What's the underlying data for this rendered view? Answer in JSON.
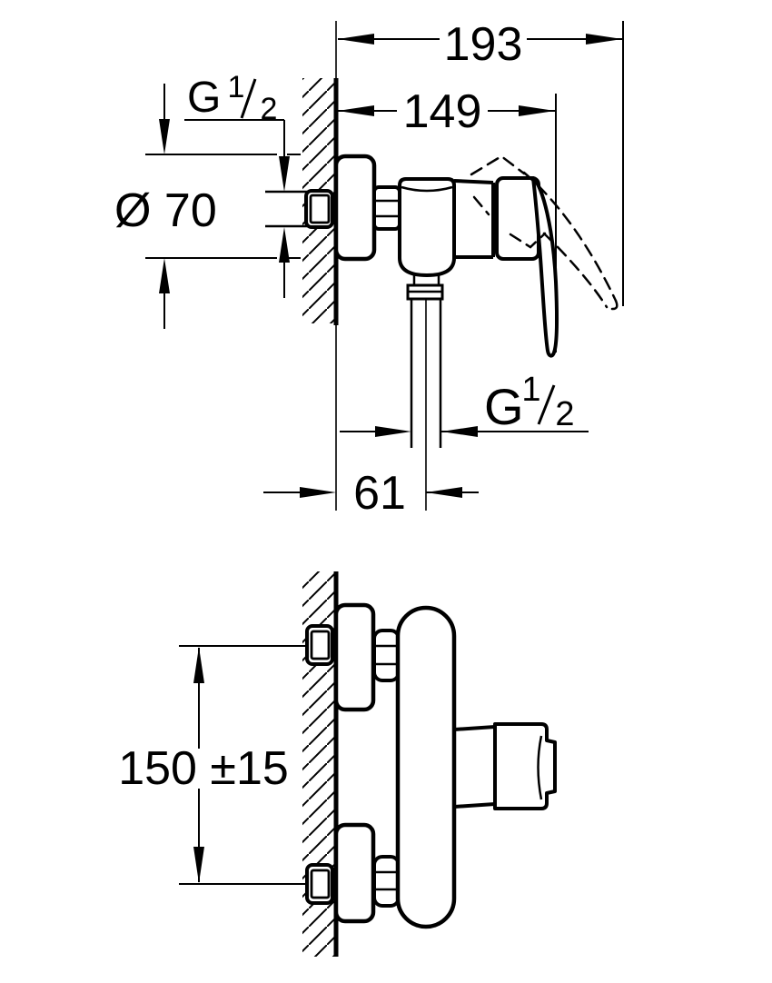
{
  "drawing": {
    "background": "#ffffff",
    "line_color": "#000000",
    "dimensions": {
      "overall_depth_mm": "193",
      "body_depth_mm": "149",
      "escutcheon_diameter": "Ø 70",
      "outlet_offset_mm": "61",
      "inlet_center_distance_mm": "150 ±15",
      "thread": {
        "prefix": "G",
        "numerator": "1",
        "denominator": "2"
      }
    }
  }
}
